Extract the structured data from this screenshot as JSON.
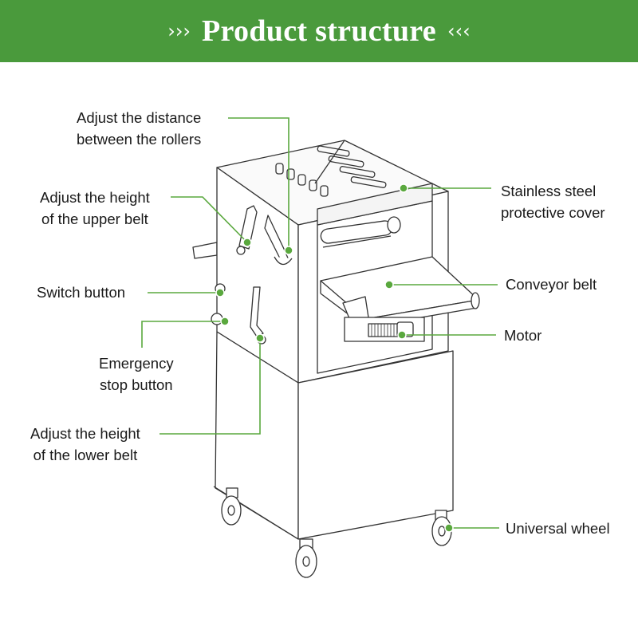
{
  "header": {
    "title": "Product structure",
    "left_chevrons": "›››",
    "right_chevrons": "‹‹‹"
  },
  "colors": {
    "header_bg": "#4a9a3c",
    "accent_green": "#5aa83e",
    "line_art": "#333333"
  },
  "labels": {
    "roller_distance": {
      "line1": "Adjust the distance",
      "line2": "between the rollers"
    },
    "upper_belt": {
      "line1": "Adjust the height",
      "line2": "of the upper belt"
    },
    "switch_button": "Switch button",
    "emergency_stop": {
      "line1": "Emergency",
      "line2": "stop button"
    },
    "lower_belt": {
      "line1": "Adjust the height",
      "line2": "of the lower belt"
    },
    "protective_cover": {
      "line1": "Stainless steel",
      "line2": "protective cover"
    },
    "conveyor_belt": "Conveyor belt",
    "motor": "Motor",
    "universal_wheel": "Universal wheel"
  }
}
